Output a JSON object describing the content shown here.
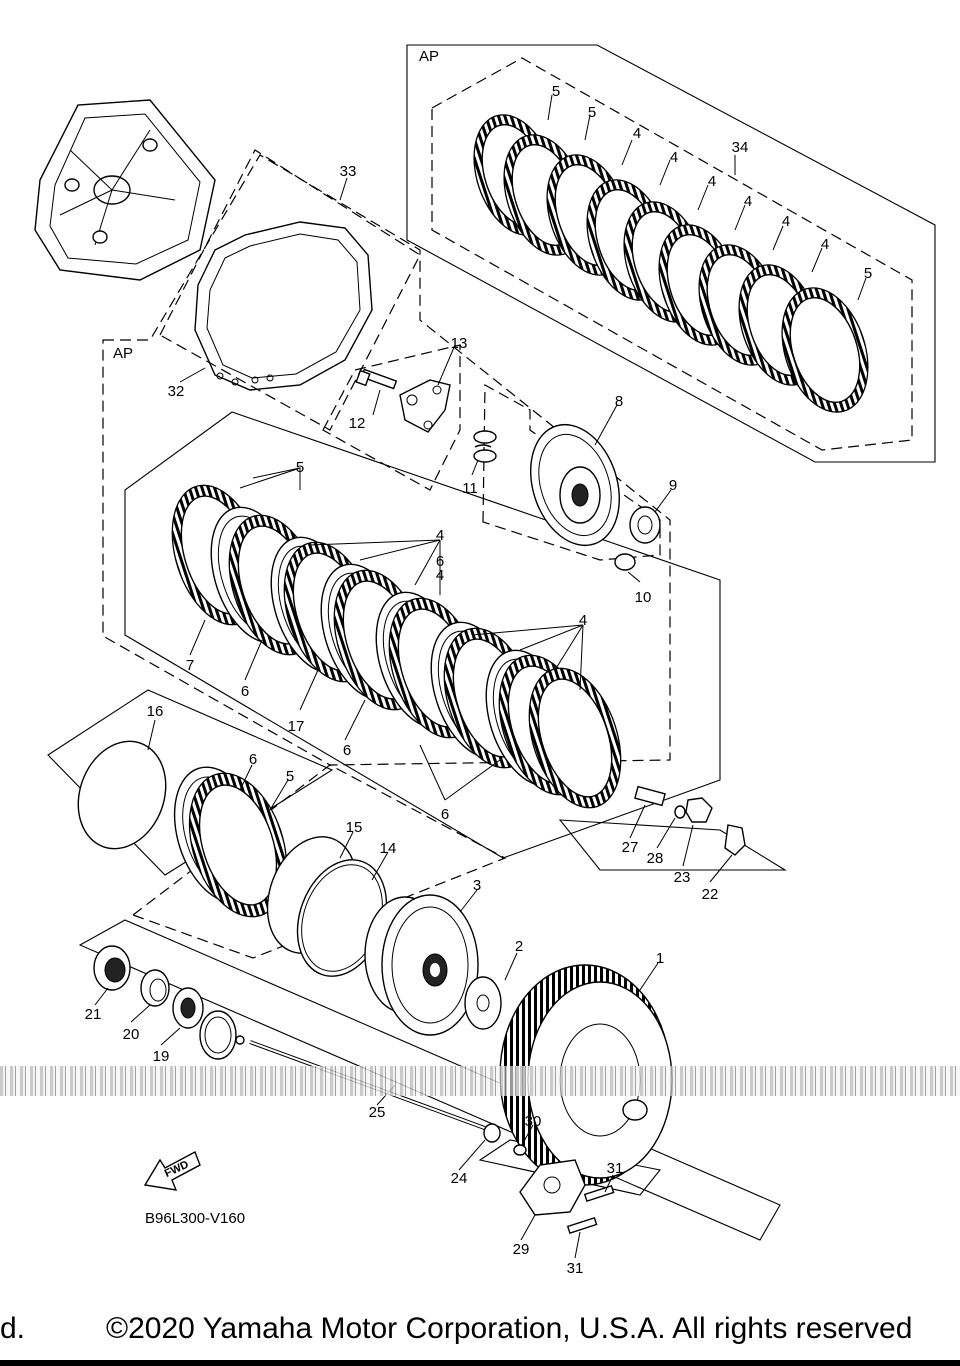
{
  "diagram": {
    "code": "B96L300-V160",
    "fwd_label": "FWD",
    "ap_labels": [
      "AP",
      "AP"
    ],
    "callouts": [
      "1",
      "2",
      "3",
      "4",
      "4",
      "4",
      "4",
      "4",
      "4",
      "4",
      "4",
      "4",
      "5",
      "5",
      "5",
      "5",
      "5",
      "6",
      "6",
      "6",
      "6",
      "6",
      "7",
      "8",
      "9",
      "10",
      "11",
      "12",
      "13",
      "14",
      "15",
      "16",
      "17",
      "19",
      "20",
      "21",
      "22",
      "23",
      "24",
      "25",
      "27",
      "28",
      "29",
      "30",
      "31",
      "31",
      "32",
      "33",
      "34"
    ]
  },
  "footer": {
    "left_fragment": "d.",
    "copyright": "©2020 Yamaha Motor Corporation, U.S.A. All rights reserved"
  }
}
